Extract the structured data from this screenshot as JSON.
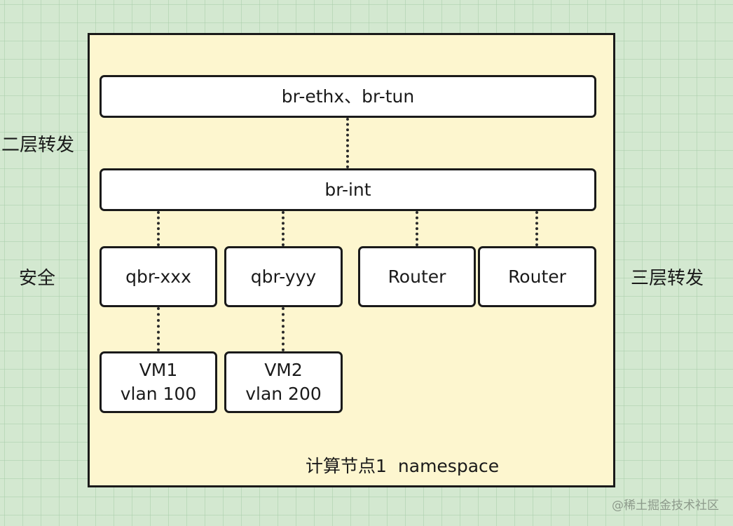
{
  "labels": {
    "layer2": "二层转发",
    "security": "安全",
    "layer3": "三层转发"
  },
  "namespace": {
    "node": "计算节点1",
    "name": "namespace"
  },
  "bridges": {
    "external": "br-ethx、br-tun",
    "integration": "br-int"
  },
  "qbr": [
    "qbr-xxx",
    "qbr-yyy"
  ],
  "routers": [
    "Router",
    "Router"
  ],
  "vms": [
    {
      "name": "VM1",
      "vlan": "vlan 100"
    },
    {
      "name": "VM2",
      "vlan": "vlan 200"
    }
  ],
  "watermark": "@稀土掘金技术社区"
}
